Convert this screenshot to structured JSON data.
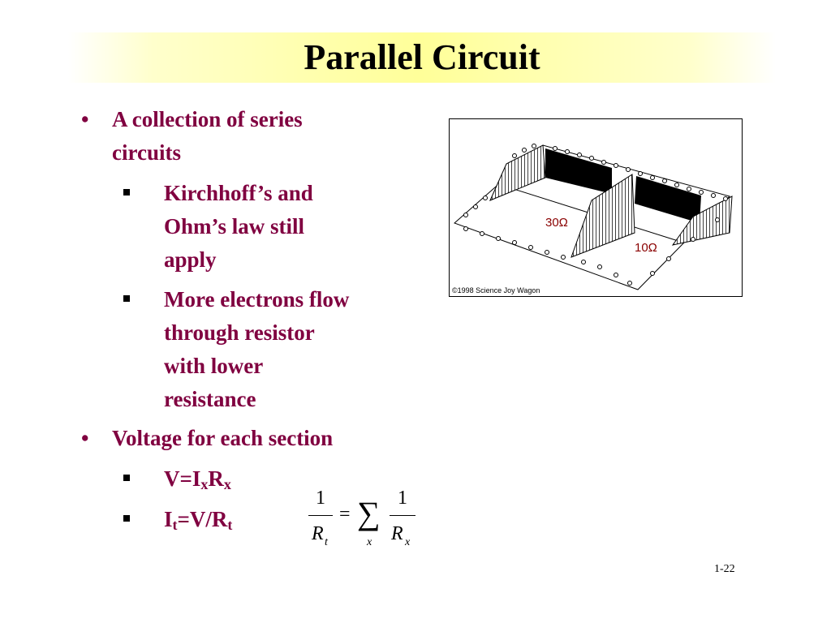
{
  "title": "Parallel Circuit",
  "bullets": [
    {
      "line1": "A collection of series",
      "line2": "circuits"
    },
    {
      "line1": "Voltage for each section"
    }
  ],
  "sub1": {
    "l1": "Kirchhoff’s and",
    "l2": "Ohm’s law still",
    "l3": "apply"
  },
  "sub2": {
    "l1": "More electrons flow",
    "l2": "through resistor",
    "l3": "with lower",
    "l4": "resistance"
  },
  "sub3": {
    "V": "V=I",
    "x1": "x",
    "R": "R",
    "x2": "x"
  },
  "sub4": {
    "I": "I",
    "t1": "t",
    "rest": "=V/R",
    "t2": "t"
  },
  "image": {
    "label_30": "30Ω",
    "label_10": "10Ω",
    "copyright": "©1998 Science Joy Wagon"
  },
  "formula": {
    "num_left": "1",
    "den_left": "R",
    "den_left_sub": "t",
    "equals": "=",
    "sum_sub": "x",
    "num_right": "1",
    "den_right": "R",
    "den_right_sub": "x"
  },
  "page_number": "1-22"
}
